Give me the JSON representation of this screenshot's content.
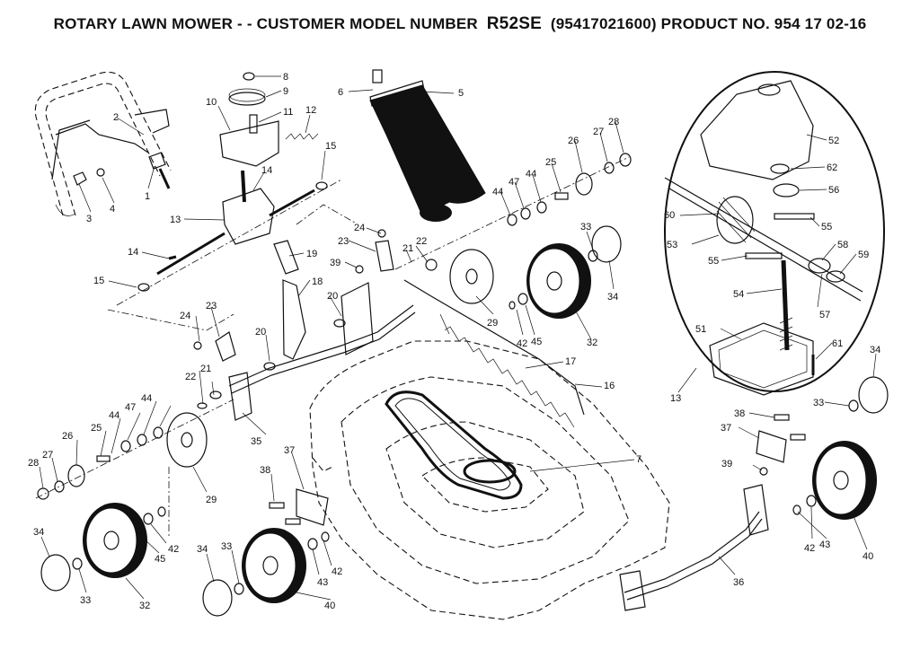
{
  "header": {
    "prefix": "ROTARY LAWN MOWER - - CUSTOMER MODEL NUMBER",
    "model": "R52SE",
    "suffix": "(95417021600) PRODUCT NO. 954 17 02-16"
  },
  "callouts": {
    "c1": "1",
    "c2": "2",
    "c3": "3",
    "c4": "4",
    "c5": "5",
    "c6": "6",
    "c7": "7",
    "c8": "8",
    "c9": "9",
    "c10": "10",
    "c11": "11",
    "c12": "12",
    "c13a": "13",
    "c13b": "13",
    "c14a": "14",
    "c14b": "14",
    "c15a": "15",
    "c15b": "15",
    "c16": "16",
    "c17": "17",
    "c18": "18",
    "c19": "19",
    "c20a": "20",
    "c20b": "20",
    "c21a": "21",
    "c21b": "21",
    "c22a": "22",
    "c22b": "22",
    "c23a": "23",
    "c23b": "23",
    "c24a": "24",
    "c24b": "24",
    "c25a": "25",
    "c25b": "25",
    "c26a": "26",
    "c26b": "26",
    "c27a": "27",
    "c27b": "27",
    "c28a": "28",
    "c28b": "28",
    "c29a": "29",
    "c29b": "29",
    "c32a": "32",
    "c32b": "32",
    "c33a": "33",
    "c33b": "33",
    "c33c": "33",
    "c33d": "33",
    "c34a": "34",
    "c34b": "34",
    "c34c": "34",
    "c34d": "34",
    "c35": "35",
    "c36": "36",
    "c37a": "37",
    "c37b": "37",
    "c38a": "38",
    "c38b": "38",
    "c39a": "39",
    "c39b": "39",
    "c40a": "40",
    "c40b": "40",
    "c42a": "42",
    "c42b": "42",
    "c42c": "42",
    "c42d": "42",
    "c43a": "43",
    "c43b": "43",
    "c44a": "44",
    "c44b": "44",
    "c44c": "44",
    "c44d": "44",
    "c45a": "45",
    "c45b": "45",
    "c47a": "47",
    "c47b": "47",
    "c51": "51",
    "c52": "52",
    "c53": "53",
    "c54": "54",
    "c55a": "55",
    "c55b": "55",
    "c56": "56",
    "c57": "57",
    "c58": "58",
    "c59": "59",
    "c60": "60",
    "c61": "61",
    "c62": "62"
  }
}
